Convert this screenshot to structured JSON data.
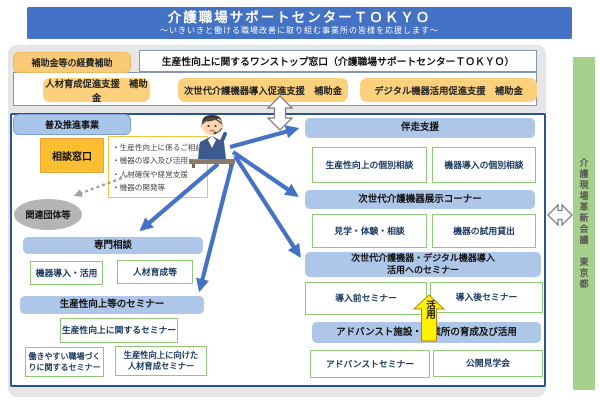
{
  "banner": {
    "title": "介護職場サポートセンターＴＯＫＹＯ",
    "subtitle": "～いきいきと働ける職場改善に取り組む事業所の皆様を応援します～"
  },
  "subsidy": {
    "label": "補助金等の経費補助",
    "onestop_title": "生産性向上に関するワンストップ窓口（介護職場サポートセンターＴＯＫＹＯ）",
    "items": [
      "人材育成促進支援　補助金",
      "次世代介護機器導入促進支援　補助金",
      "デジタル機器活用促進支援　補助金"
    ]
  },
  "main": {
    "label": "普及推進事業",
    "consult_window": "相談窓口",
    "consult_topics": [
      "・生産性向上に係るご相談",
      "・機器の導入及び活用",
      "・人材確保や経営支援",
      "・機器の開発等"
    ],
    "related_org": "関連団体等",
    "left_sections": [
      {
        "header": "専門相談",
        "items": [
          "機器導入・活用",
          "人材育成等"
        ]
      },
      {
        "header": "生産性向上等のセミナー",
        "items": [
          "生産性向上に関するセミナー",
          "働きやすい職場づく\nりに関するセミナー",
          "生産性向上に向けた\n人材育成セミナー"
        ]
      }
    ],
    "right_sections": [
      {
        "header": "伴走支援",
        "items": [
          "生産性向上の個別相談",
          "機器導入の個別相談"
        ]
      },
      {
        "header": "次世代介護機器展示コーナー",
        "items": [
          "見学・体験・相談",
          "機器の試用貸出"
        ]
      },
      {
        "header": "次世代介護機器・デジタル機器導入\n活用へのセミナー",
        "items": [
          "導入前セミナー",
          "導入後セミナー"
        ]
      },
      {
        "header": "アドバンスト施設・事業所の育成及び活用",
        "items": [
          "アドバンストセミナー",
          "公開見学会"
        ]
      }
    ],
    "utilize_arrow_label": "活用"
  },
  "sidebar": {
    "text": "介護現場革新会議　東京都"
  },
  "icons": {
    "operator": "telephone-operator-illustration",
    "double_arrow": "two-way-exchange"
  },
  "colors": {
    "banner_blue": "#4472c4",
    "section_header_blue": "#aec6e8",
    "subsidy_yellow": "#fcd17e",
    "consult_orange": "#fbbe30",
    "green_border": "#8fc977",
    "green_bar": "#a8d08d",
    "arrow_blue": "#4472c4",
    "main_border_navy": "#2e5395",
    "utilize_yellow": "#fff200",
    "related_gray": "#b5b5b5"
  }
}
